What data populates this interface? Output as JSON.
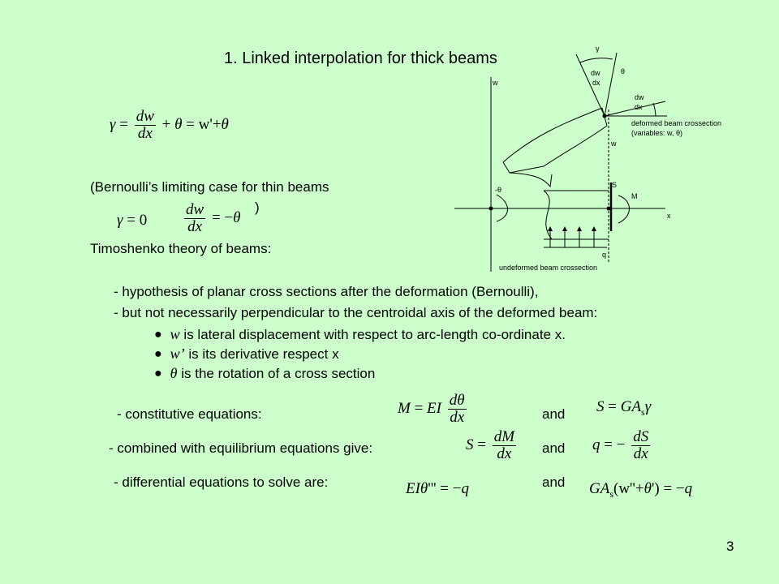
{
  "title": "1. Linked interpolation for thick beams",
  "bernoulli_note": "(Bernoulli’s limiting case for thin beams",
  "bernoulli_close": ")",
  "timoshenko_heading": "Timoshenko theory of beams:",
  "hypotheses": [
    "- hypothesis of planar cross sections after the deformation (Bernoulli),",
    "- but not necessarily perpendicular to the centroidal axis of the deformed beam:"
  ],
  "bullets": [
    {
      "symbol": "w",
      "text": " is lateral displacement with respect to arc-length co-ordinate x."
    },
    {
      "symbol": "w’",
      "text": "  is its derivative respect x"
    },
    {
      "symbol": "θ",
      "text": "  is the rotation of a cross section"
    }
  ],
  "equation_rows": [
    {
      "label": "- constitutive equations:",
      "and": "and"
    },
    {
      "label": "- combined with equilibrium equations give:",
      "and": "and"
    },
    {
      "label": "- differential equations to solve are:",
      "and": "and"
    }
  ],
  "page_number": "3",
  "diagram_labels": {
    "w_axis": "w",
    "w_small": "w",
    "x_axis": "x",
    "gamma": "γ",
    "theta": "θ",
    "dw_dx_top": "dw",
    "dx_top": "dx",
    "dw_dx_side": "dw",
    "dx_side": "dx",
    "deformed": "deformed beam crossection",
    "variables": "(variables: w, θ)",
    "undeformed": "undeformed beam crossection",
    "minus_theta": "-θ",
    "S": "S",
    "M": "M",
    "q": "q"
  }
}
